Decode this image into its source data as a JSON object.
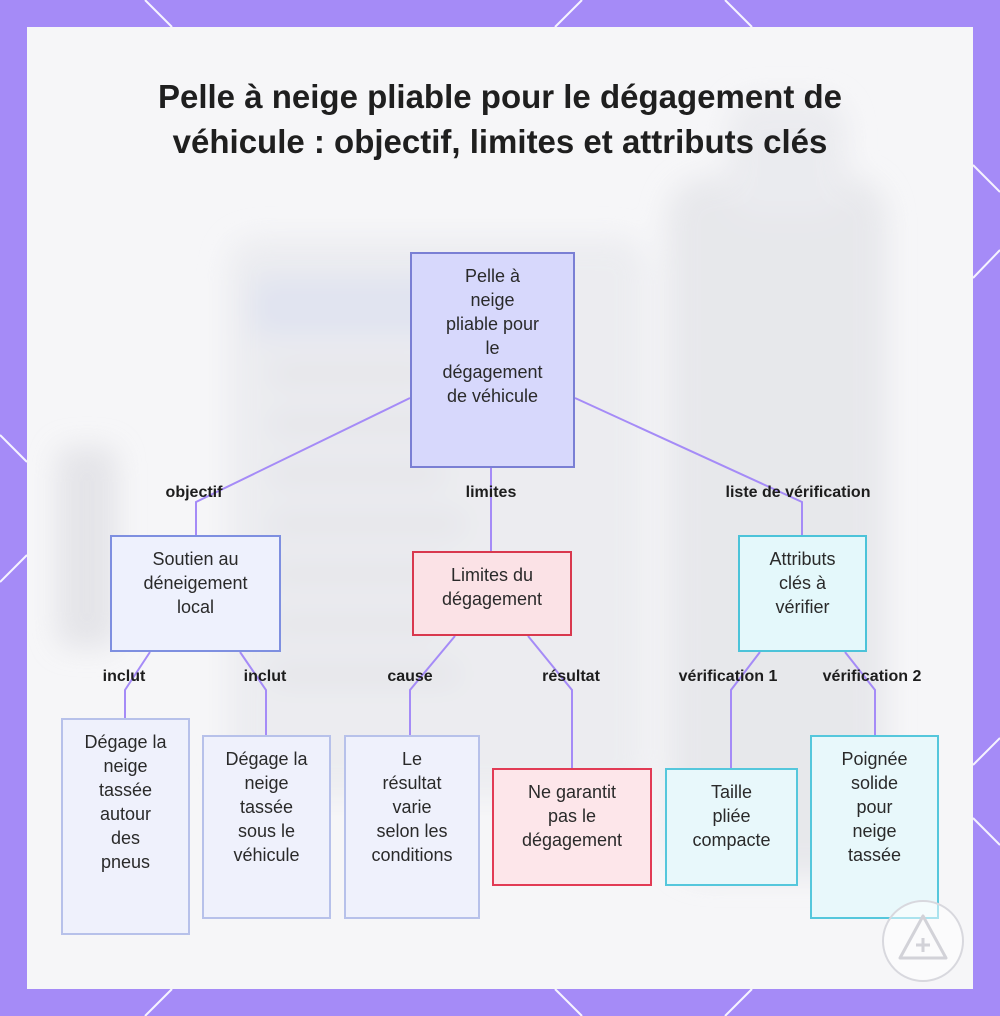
{
  "diagram": {
    "title": "Pelle à neige pliable pour le dégagement de véhicule : objectif, limites et attributs clés",
    "nodes": {
      "root": "Pelle à\nneige\npliable pour\nle\ndégagement\nde véhicule",
      "objective": "Soutien au\ndéneigement\nlocal",
      "limits": "Limites du\ndégagement",
      "attributes": "Attributs\nclés à\nvérifier",
      "leaf1": "Dégage la\nneige\ntassée\nautour\ndes\npneus",
      "leaf2": "Dégage la\nneige\ntassée\nsous le\nvéhicule",
      "leaf3": "Le\nrésultat\nvarie\nselon les\nconditions",
      "leaf4": "Ne garantit\npas le\ndégagement",
      "leaf5": "Taille\npliée\ncompacte",
      "leaf6": "Poignée\nsolide\npour\nneige\ntassée"
    },
    "edges": {
      "objectif": "objectif",
      "limites": "limites",
      "liste": "liste de vérification",
      "inclut1": "inclut",
      "inclut2": "inclut",
      "cause": "cause",
      "resultat": "résultat",
      "verif1": "vérification 1",
      "verif2": "vérification 2"
    }
  },
  "colors": {
    "frame": "#a58bf7",
    "connector": "#a58bf7",
    "root_fill": "#d7d8fc",
    "blue_border": "#7e8fe0",
    "red_border": "#d9384e",
    "cyan_border": "#4cc3d9"
  }
}
